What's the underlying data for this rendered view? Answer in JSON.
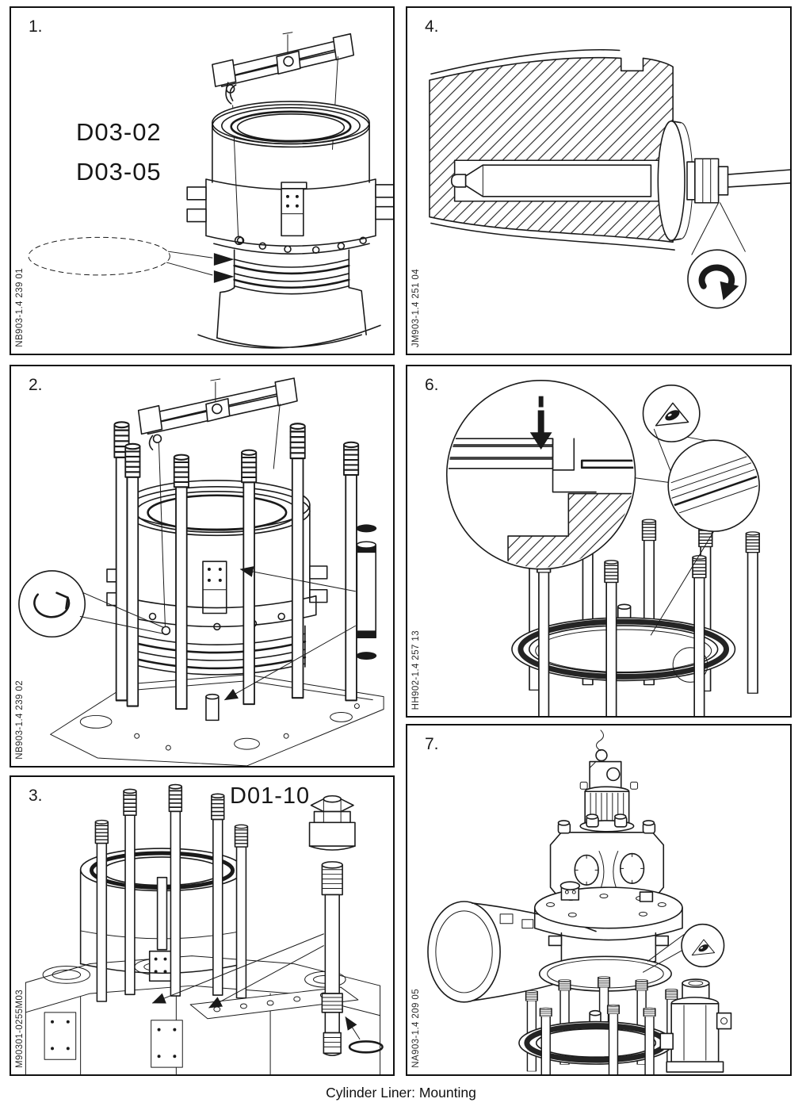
{
  "page": {
    "caption": "Cylinder Liner: Mounting"
  },
  "panels": {
    "p1": {
      "number": "1.",
      "side_code": "NB903-1.4 239 01",
      "ref_labels": [
        "D03-02",
        "D03-05"
      ]
    },
    "p2": {
      "number": "2.",
      "side_code": "NB903-1.4 239 02"
    },
    "p3": {
      "number": "3.",
      "side_code": "M90301-0255M03",
      "ref_labels": [
        "D01-10"
      ]
    },
    "p4": {
      "number": "4.",
      "side_code": "JM903-1.4 251 04"
    },
    "p6": {
      "number": "6.",
      "side_code": "HH902-1.4 257 13"
    },
    "p7": {
      "number": "7.",
      "side_code": "NA903-1.4 209 05"
    }
  },
  "icons": {
    "panel4_callout": "clockwise-rotation-arrow",
    "panel2_callout": "counterclockwise-rotation-arrow",
    "panel6_callout": "lubricant-drop",
    "panel7_callout": "lubricant-drop"
  }
}
